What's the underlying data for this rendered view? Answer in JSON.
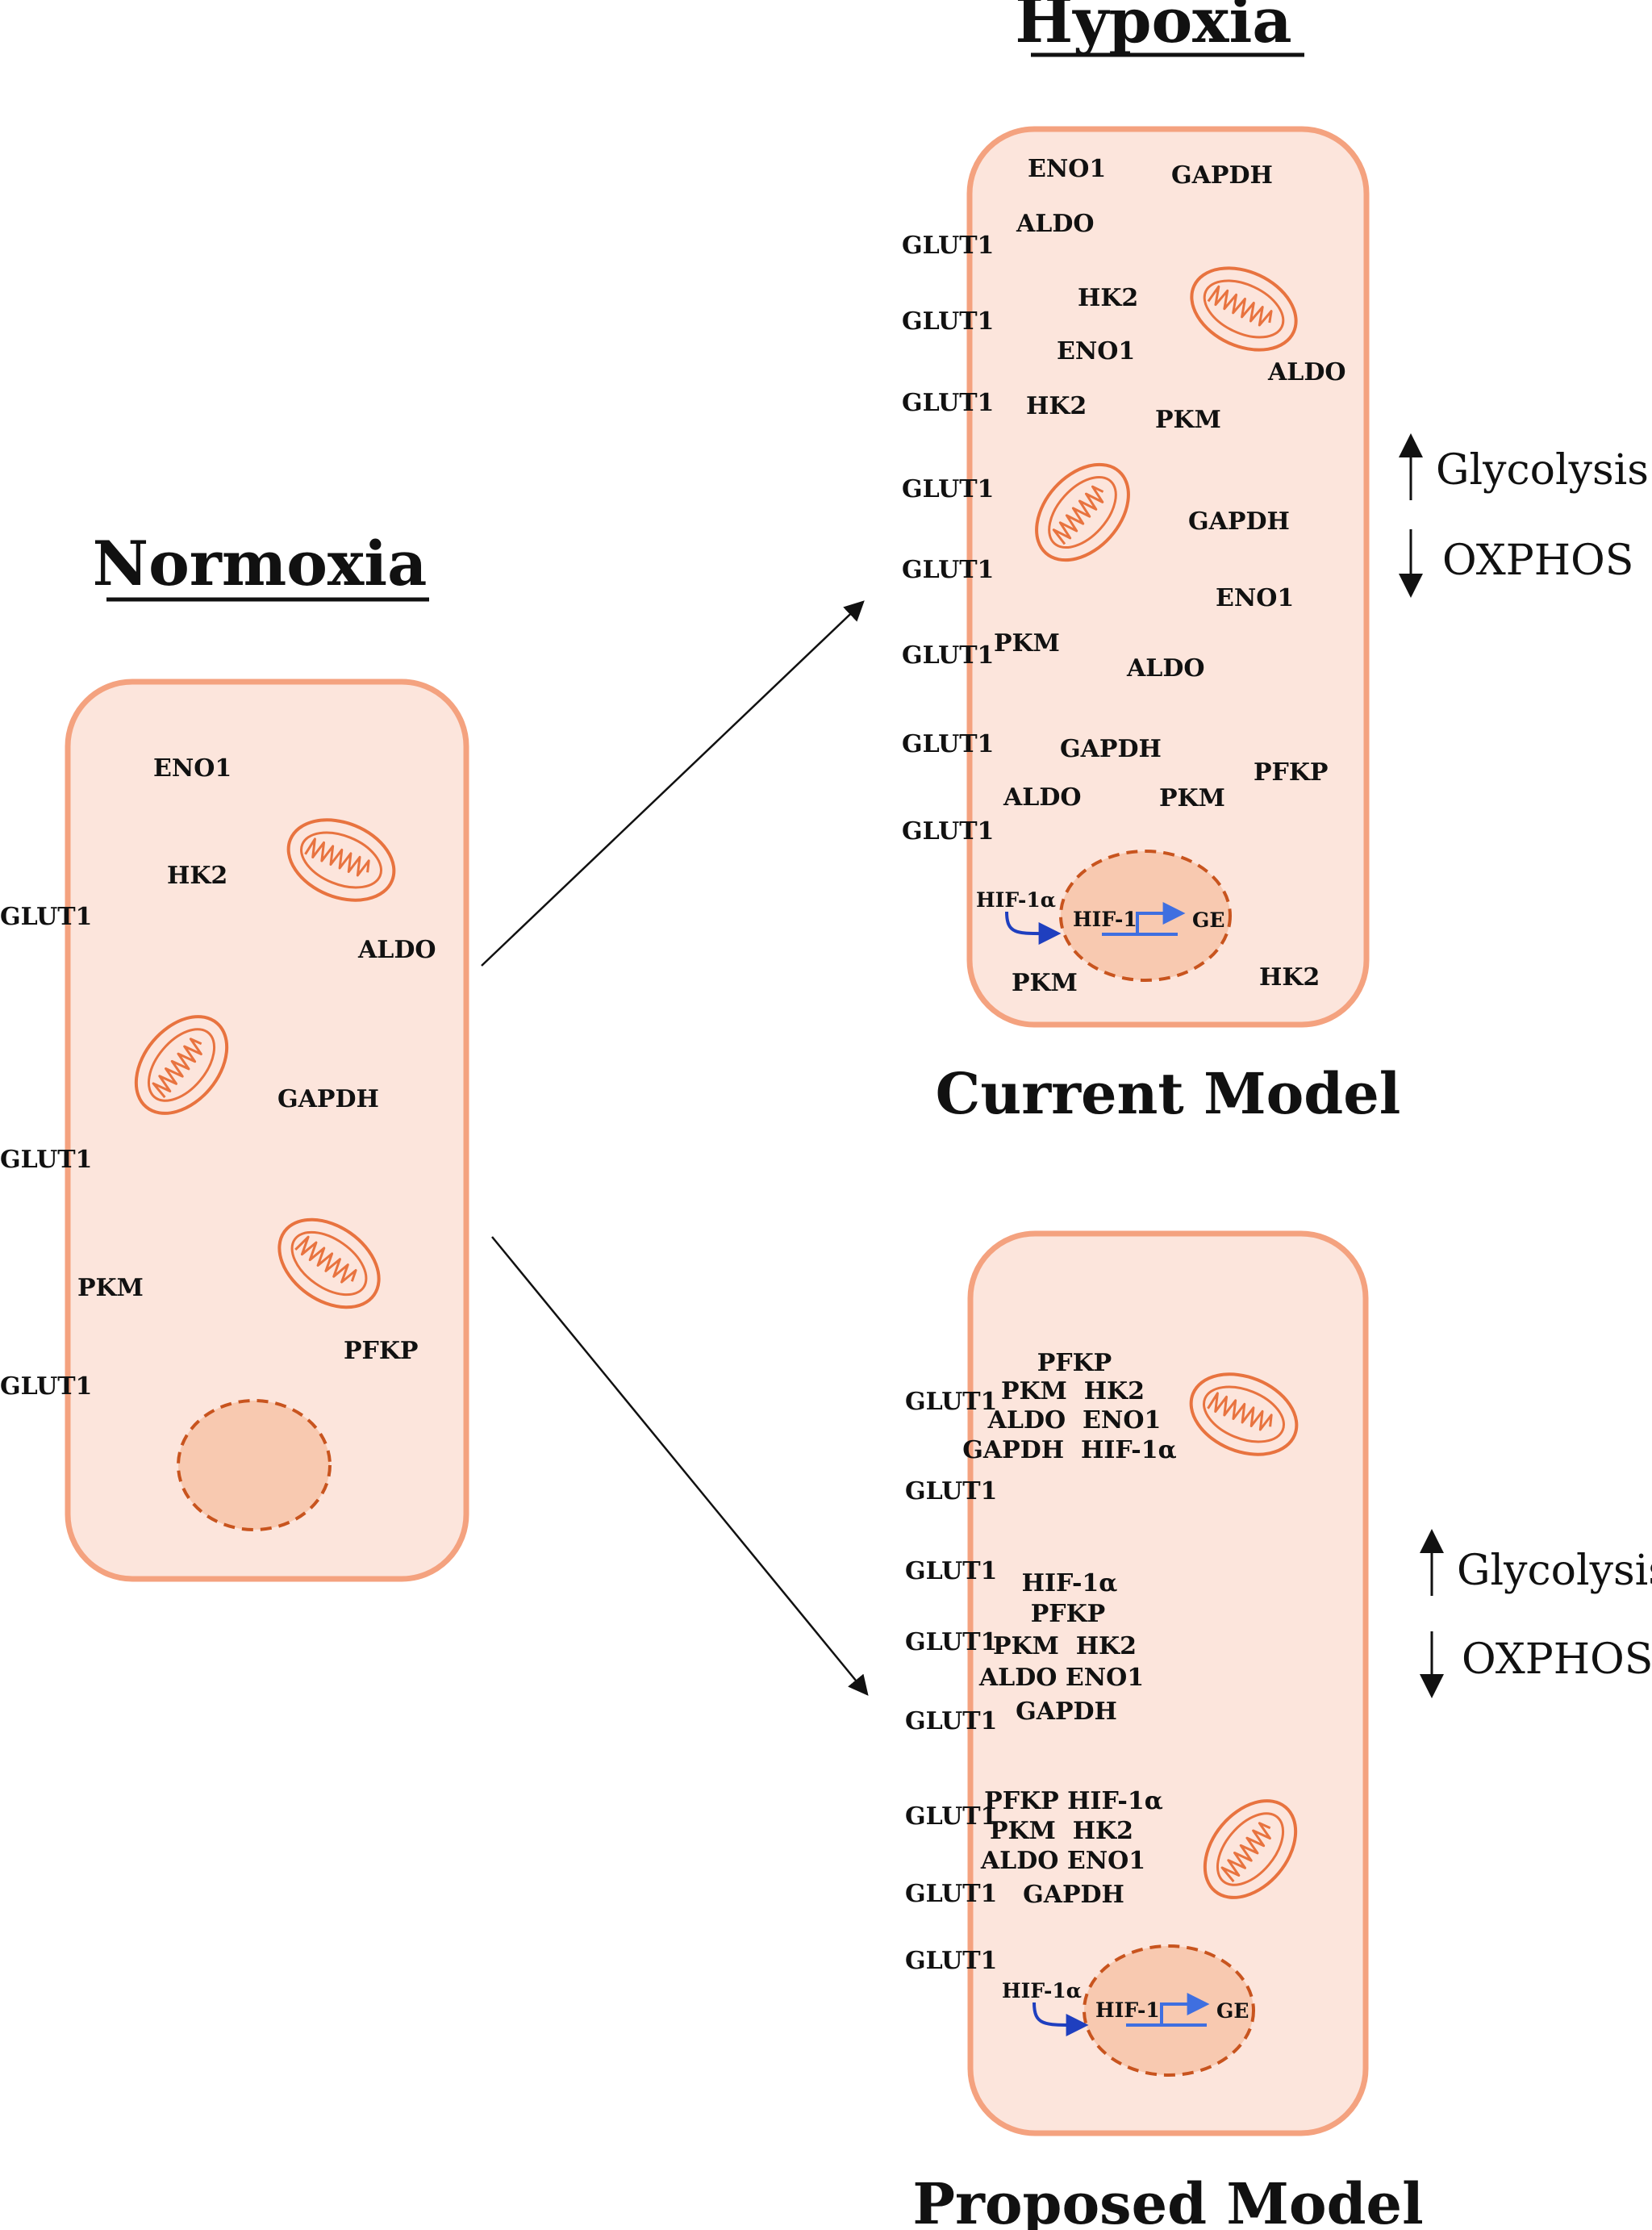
{
  "titles": {
    "normoxia": "Normoxia",
    "hypoxia": "Hypoxia",
    "current_model": "Current Model",
    "proposed_model": "Proposed Model"
  },
  "colors": {
    "cell_fill": "#fce5dc",
    "cell_stroke": "#f4a27f",
    "nucleus_fill": "#f8c9b0",
    "nucleus_stroke": "#c8541e",
    "mito_stroke": "#e8733f",
    "gene_arrow": "#3f6fe0",
    "hif_arrow": "#1f3fbf"
  },
  "normoxia_cell": {
    "labels": {
      "eno1": "ENO1",
      "hk2": "HK2",
      "aldo": "ALDO",
      "gapdh": "GAPDH",
      "pkm": "PKM",
      "pfkp": "PFKP",
      "glut1_a": "GLUT1",
      "glut1_b": "GLUT1",
      "glut1_c": "GLUT1"
    }
  },
  "current_cell": {
    "labels": {
      "eno1_a": "ENO1",
      "gapdh_a": "GAPDH",
      "aldo_a": "ALDO",
      "hk2_a": "HK2",
      "eno1_b": "ENO1",
      "aldo_b": "ALDO",
      "hk2_b": "HK2",
      "pkm_a": "PKM",
      "gapdh_b": "GAPDH",
      "eno1_c": "ENO1",
      "pkm_b": "PKM",
      "aldo_c": "ALDO",
      "gapdh_c": "GAPDH",
      "pfkp": "PFKP",
      "aldo_d": "ALDO",
      "pkm_c": "PKM",
      "pkm_d": "PKM",
      "hk2_c": "HK2",
      "glut1_1": "GLUT1",
      "glut1_2": "GLUT1",
      "glut1_3": "GLUT1",
      "glut1_4": "GLUT1",
      "glut1_5": "GLUT1",
      "glut1_6": "GLUT1",
      "glut1_7": "GLUT1",
      "glut1_8": "GLUT1"
    },
    "nucleus": {
      "hif1a": "HIF-1α",
      "hif1": "HIF-1",
      "ge": "GE"
    }
  },
  "proposed_cell": {
    "cluster1": [
      "PFKP",
      "PKM  HK2",
      "ALDO  ENO1",
      "GAPDH  HIF-1α"
    ],
    "cluster2": [
      "HIF-1α",
      "PFKP",
      "PKM  HK2",
      "ALDO ENO1",
      "GAPDH"
    ],
    "cluster3": [
      "PFKP HIF-1α",
      "PKM  HK2",
      "ALDO ENO1",
      "GAPDH"
    ],
    "glut1": [
      "GLUT1",
      "GLUT1",
      "GLUT1",
      "GLUT1",
      "GLUT1",
      "GLUT1",
      "GLUT1",
      "GLUT1"
    ],
    "nucleus": {
      "hif1a": "HIF-1α",
      "hif1": "HIF-1",
      "ge": "GE"
    }
  },
  "effects_current": {
    "glycolysis": "Glycolysis",
    "oxphos": "OXPHOS"
  },
  "effects_proposed": {
    "glycolysis": "Glycolysis",
    "oxphos": "OXPHOS"
  }
}
